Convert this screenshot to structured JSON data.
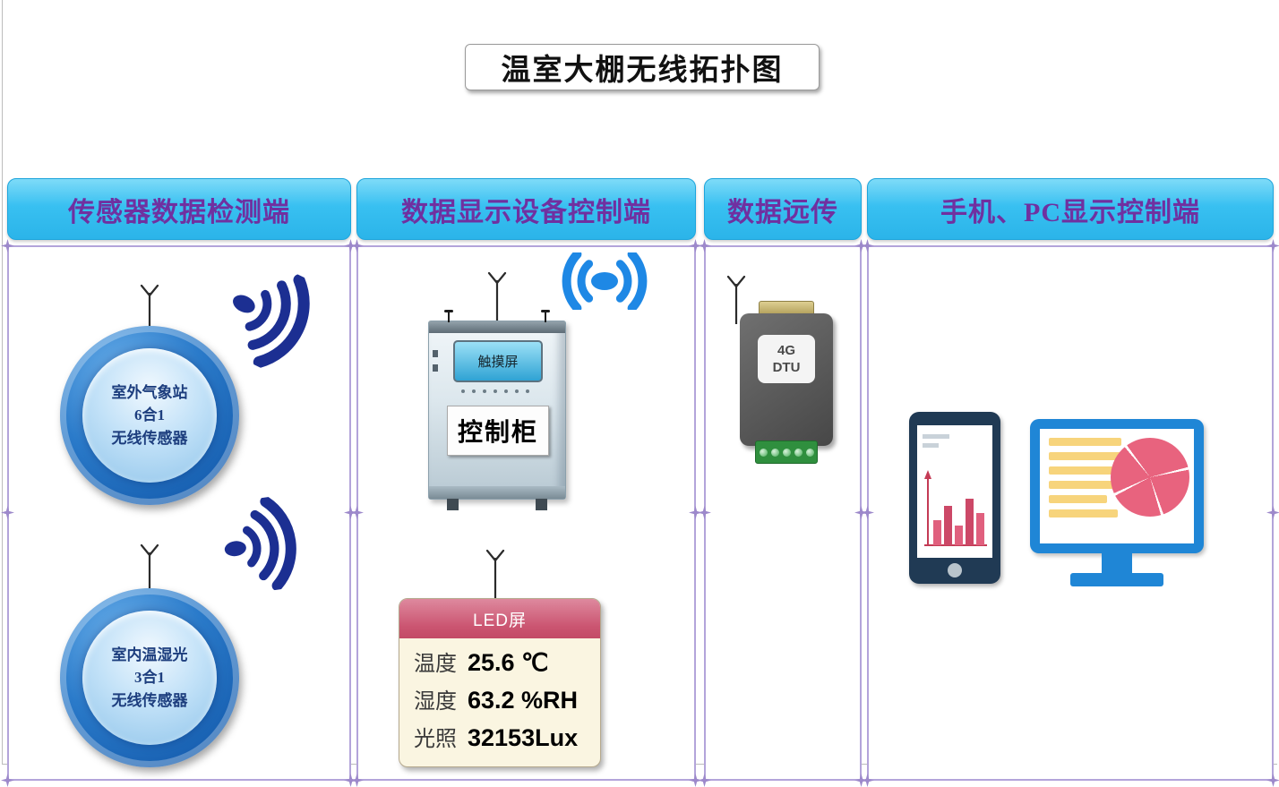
{
  "title": "温室大棚无线拓扑图",
  "headers": {
    "sensors": "传感器数据检测端",
    "display": "数据显示设备控制端",
    "remote": "数据远传",
    "client": "手机、PC显示控制端"
  },
  "sensor_nodes": {
    "outdoor": {
      "line1": "室外气象站",
      "line2": "6合1",
      "line3": "无线传感器"
    },
    "indoor": {
      "line1": "室内温湿光",
      "line2": "3合1",
      "line3": "无线传感器"
    }
  },
  "control_cabinet": {
    "touchscreen_label": "触摸屏",
    "cabinet_label": "控制柜"
  },
  "led_screen": {
    "title": "LED屏",
    "rows": [
      {
        "label": "温度",
        "value": "25.6 ℃"
      },
      {
        "label": "湿度",
        "value": "63.2 %RH"
      },
      {
        "label": "光照",
        "value": "32153Lux"
      }
    ]
  },
  "dtu": {
    "line1": "4G",
    "line2": "DTU"
  },
  "colors": {
    "header_bg": "#38c0f1",
    "header_text": "#7030a0",
    "panel_border": "#b3a4da",
    "signal_navy": "#1c2f92",
    "signal_blue": "#1e88e5",
    "led_header_bg": "#cb5571",
    "chart_pink": "#e8637e",
    "monitor_blue": "#1f86d6",
    "phone_navy": "#203a54"
  }
}
